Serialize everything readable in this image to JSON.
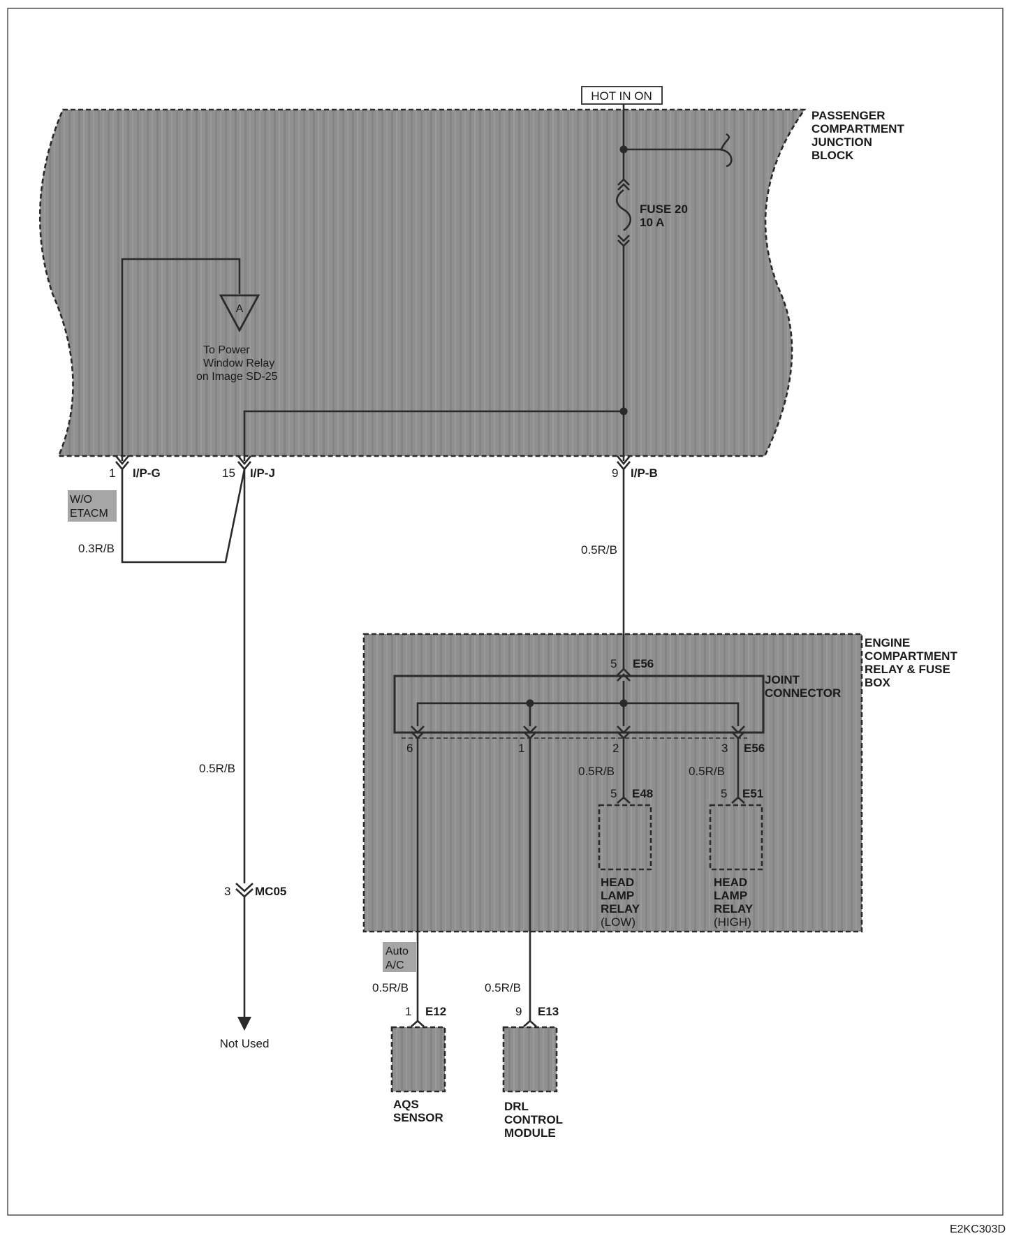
{
  "power": {
    "label": "HOT IN ON"
  },
  "junction_block": {
    "line1": "PASSENGER",
    "line2": "COMPARTMENT",
    "line3": "JUNCTION",
    "line4": "BLOCK"
  },
  "fuse": {
    "name": "FUSE 20",
    "rating": "10 A"
  },
  "ref_a": {
    "symbol": "A",
    "line1": "To Power",
    "line2": "Window Relay",
    "line3": "on Image SD-25"
  },
  "connectors": {
    "ipg": {
      "pin": "1",
      "name": "I/P-G"
    },
    "ipj": {
      "pin": "15",
      "name": "I/P-J"
    },
    "ipb": {
      "pin": "9",
      "name": "I/P-B"
    },
    "mc05": {
      "pin": "3",
      "name": "MC05"
    },
    "e56_in": {
      "pin": "5",
      "name": "E56"
    },
    "e56_p6": "6",
    "e56_p1": "1",
    "e56_p2": "2",
    "e56_p3": "3",
    "e56_out": "E56",
    "e48": {
      "pin": "5",
      "name": "E48"
    },
    "e51": {
      "pin": "5",
      "name": "E51"
    },
    "e12": {
      "pin": "1",
      "name": "E12"
    },
    "e13": {
      "pin": "9",
      "name": "E13"
    }
  },
  "options": {
    "wo_etacm": {
      "line1": "W/O",
      "line2": "ETACM"
    },
    "auto_ac": {
      "line1": "Auto",
      "line2": "A/C"
    }
  },
  "wires": {
    "w03": "0.3R/B",
    "w_ipb": "0.5R/B",
    "w_mc05": "0.5R/B",
    "w_e48": "0.5R/B",
    "w_e51": "0.5R/B",
    "w_e12": "0.5R/B",
    "w_e13": "0.5R/B"
  },
  "engine_box": {
    "line1": "ENGINE",
    "line2": "COMPARTMENT",
    "line3": "RELAY & FUSE",
    "line4": "BOX"
  },
  "joint_connector": {
    "line1": "JOINT",
    "line2": "CONNECTOR"
  },
  "relay_low": {
    "line1": "HEAD",
    "line2": "LAMP",
    "line3": "RELAY",
    "line4": "(LOW)"
  },
  "relay_high": {
    "line1": "HEAD",
    "line2": "LAMP",
    "line3": "RELAY",
    "line4": "(HIGH)"
  },
  "aqs": {
    "line1": "AQS",
    "line2": "SENSOR"
  },
  "drl": {
    "line1": "DRL",
    "line2": "CONTROL",
    "line3": "MODULE"
  },
  "not_used": "Not Used",
  "figure_code": "E2KC303D",
  "colors": {
    "shade": "#8f8f8f",
    "option_tag": "#a6a6a6",
    "line": "#2a2a2a"
  }
}
